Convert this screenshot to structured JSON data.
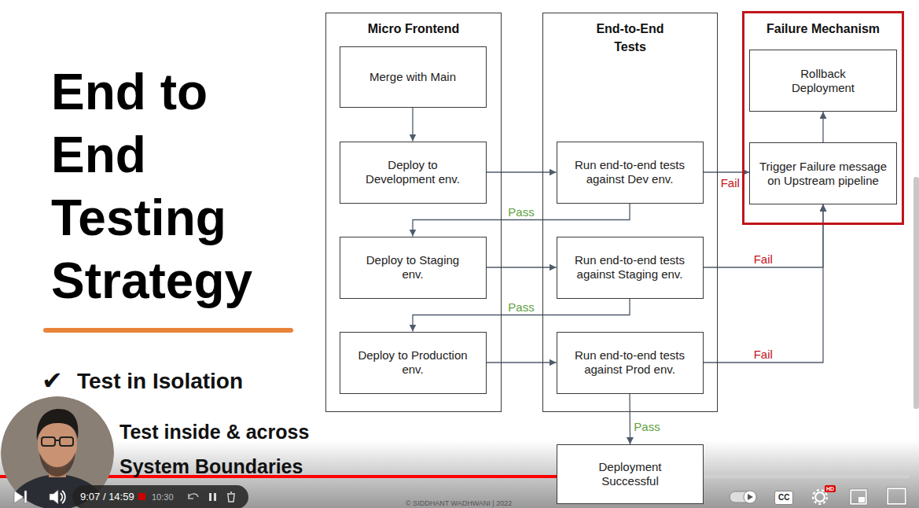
{
  "diagram": {
    "title": "End to End Testing Strategy",
    "nodes": [
      {
        "text": [
          "Micro Frontend"
        ]
      },
      {
        "text": [
          "Merge with Main"
        ],
        "in": 0
      },
      {
        "text": [
          "Deploy to Development env."
        ],
        "in": 0
      },
      {
        "text": [
          "Deploy to Staging env."
        ],
        "in": 0
      },
      {
        "text": [
          "Deploy to Production env."
        ],
        "in": 0
      },
      {
        "text": [
          "End-to-End Tests"
        ]
      },
      {
        "text": [
          "Run end-to-end tests against Dev env."
        ],
        "in": 5
      },
      {
        "text": [
          "Run end-to-end tests against Staging env."
        ],
        "in": 5
      },
      {
        "text": [
          "Run end-to-end tests against Prod env."
        ],
        "in": 5
      },
      {
        "text": [
          "Failure Mechanism"
        ]
      },
      {
        "text": [
          "Rollback Deployment"
        ],
        "in": 9
      },
      {
        "text": [
          "Trigger Failure message on Upstream pipeline"
        ],
        "in": 9
      },
      {
        "text": [
          "Deployment Successful"
        ]
      }
    ],
    "edges": [
      {
        "from": 1,
        "to": 2,
        "arrow": "to"
      },
      {
        "from": 2,
        "to": 6,
        "arrow": "to"
      },
      {
        "from": 6,
        "to": 11,
        "label": "Fail",
        "arrow": "to"
      },
      {
        "from": 6,
        "to": 3,
        "label": "Pass",
        "arrow": "to"
      },
      {
        "from": 3,
        "to": 7,
        "arrow": "to"
      },
      {
        "from": 7,
        "to": 4,
        "label": "Pass",
        "arrow": "to"
      },
      {
        "from": 4,
        "to": 8,
        "arrow": "to"
      },
      {
        "from": 7,
        "to": 11,
        "label": "Fail",
        "arrow": "to"
      },
      {
        "from": 8,
        "to": 11,
        "label": "Fail",
        "arrow": "to"
      },
      {
        "from": 11,
        "to": 10,
        "arrow": "to"
      },
      {
        "from": 8,
        "to": 12,
        "label": "Pass",
        "arrow": "to"
      }
    ],
    "labels": [
      "✔",
      "Test in Isolation",
      "Test inside & across System Boundaries",
      "9:07 / 14:59",
      "10:30",
      "CC",
      "HD",
      "© SIDDHANT WADHWANI | 2022"
    ]
  }
}
